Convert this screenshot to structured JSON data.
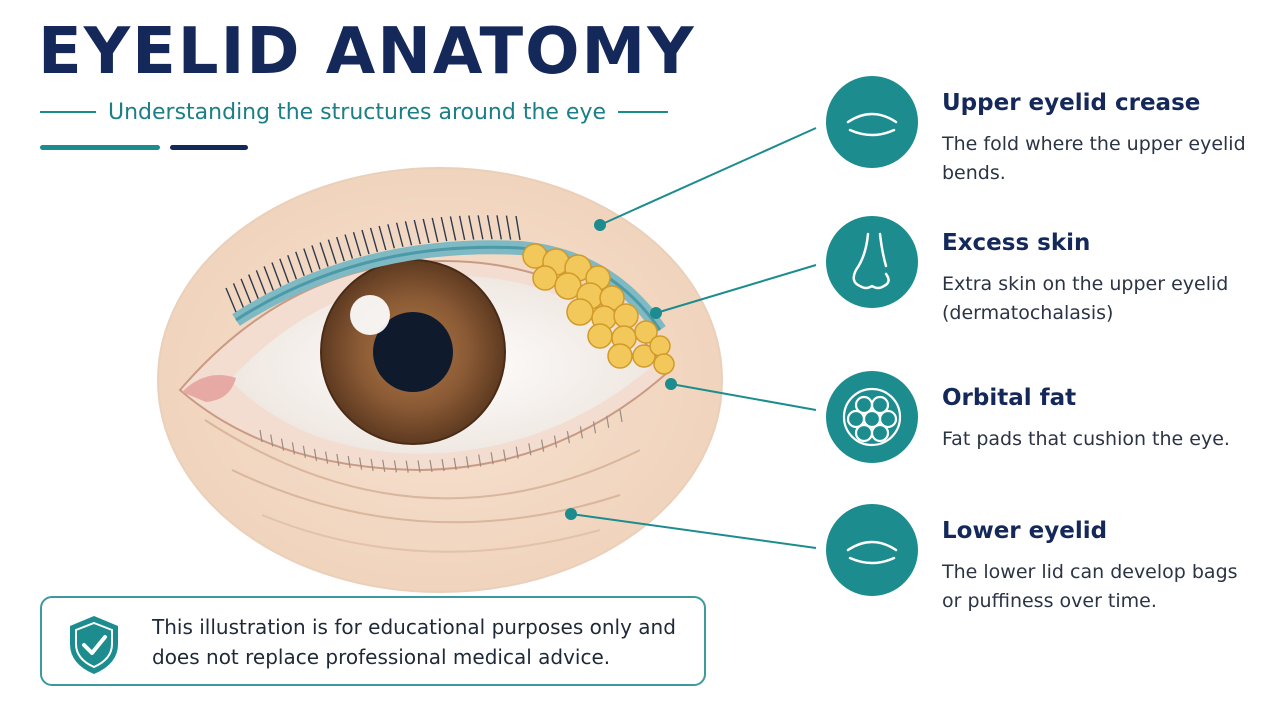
{
  "header": {
    "title": "EYELID ANATOMY",
    "subtitle": "Understanding the structures around the eye"
  },
  "colors": {
    "navy": "#14285a",
    "teal": "#1c8c8e",
    "skin": "#f2d9c4",
    "fat": "#f0c850",
    "iris": "#8a5a35"
  },
  "features": [
    {
      "icon": "closed-eye-icon",
      "title": "Upper eyelid crease",
      "description": "The fold where the upper eyelid bends."
    },
    {
      "icon": "nose-icon",
      "title": "Excess skin",
      "description": "Extra skin on the upper eyelid (dermatochalasis)"
    },
    {
      "icon": "fat-cluster-icon",
      "title": "Orbital fat",
      "description": "Fat pads that cushion the eye."
    },
    {
      "icon": "closed-eye-icon",
      "title": "Lower eyelid",
      "description": "The lower lid can develop bags or puffiness over time."
    }
  ],
  "notice": {
    "icon": "shield-check-icon",
    "text": "This illustration is for educational purposes only and does not replace professional medical advice."
  }
}
